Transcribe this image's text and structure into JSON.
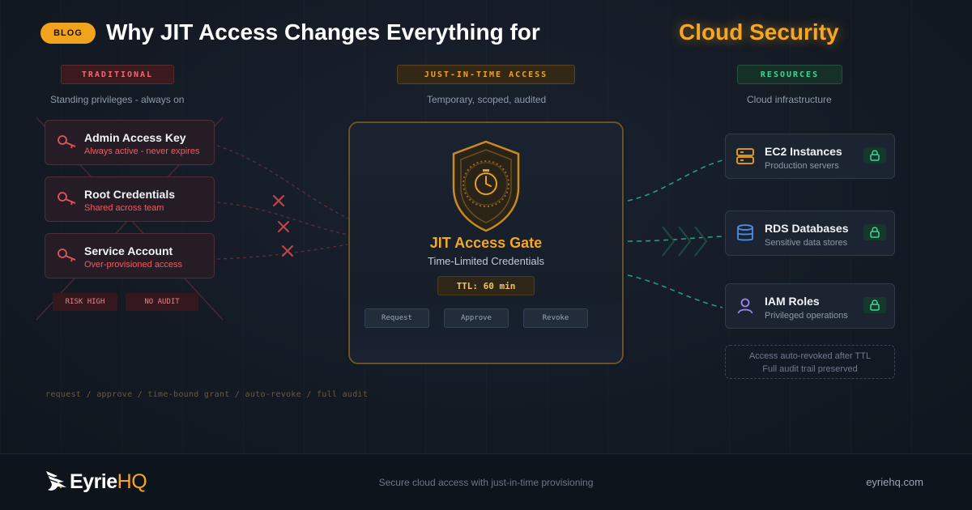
{
  "header": {
    "badge": "BLOG",
    "title": "Why JIT Access Changes Everything for",
    "title_accent": "Cloud Security"
  },
  "traditional": {
    "tag": "TRADITIONAL",
    "subtitle": "Standing privileges - always on",
    "cards": [
      {
        "name": "Admin Access Key",
        "desc": "Always active - never expires",
        "icon": "key-icon"
      },
      {
        "name": "Root Credentials",
        "desc": "Shared across team",
        "icon": "key-icon"
      },
      {
        "name": "Service Account",
        "desc": "Over-provisioned access",
        "icon": "key-icon"
      }
    ],
    "risk_tags": [
      "RISK HIGH",
      "NO AUDIT"
    ]
  },
  "jit": {
    "tag": "JUST-IN-TIME ACCESS",
    "subtitle": "Temporary, scoped, audited",
    "gate_title": "JIT Access Gate",
    "gate_subtitle": "Time-Limited Credentials",
    "ttl": "TTL: 60 min",
    "steps": [
      "Request",
      "Approve",
      "Revoke"
    ]
  },
  "resources": {
    "tag": "RESOURCES",
    "subtitle": "Cloud infrastructure",
    "cards": [
      {
        "name": "EC2 Instances",
        "desc": "Production servers",
        "icon": "server-icon"
      },
      {
        "name": "RDS Databases",
        "desc": "Sensitive data stores",
        "icon": "database-icon"
      },
      {
        "name": "IAM Roles",
        "desc": "Privileged operations",
        "icon": "user-icon"
      }
    ],
    "auto_note_line1": "Access auto-revoked after TTL",
    "auto_note_line2": "Full audit trail preserved"
  },
  "flow_text": "request / approve / time-bound grant / auto-revoke / full audit",
  "footer": {
    "logo_main": "Eyrie",
    "logo_accent": "HQ",
    "tagline": "Secure cloud access with just-in-time provisioning",
    "url": "eyriehq.com"
  },
  "colors": {
    "accent": "#f5a623",
    "danger": "#ef5b63",
    "success": "#3ed598"
  }
}
